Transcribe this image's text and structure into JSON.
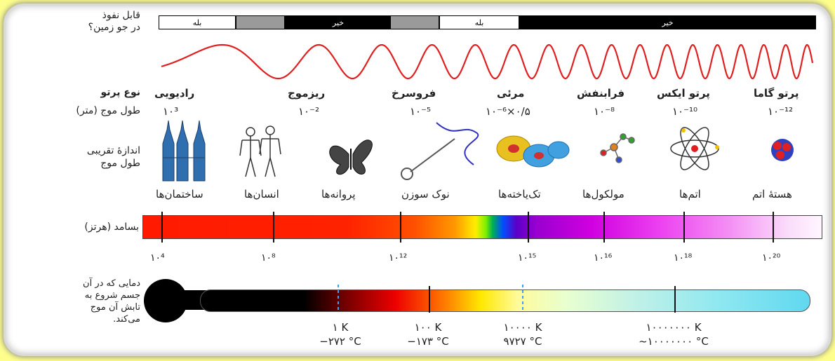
{
  "colors": {
    "background": "#fefe8c",
    "wave": "#e02020"
  },
  "penetration": {
    "label_line1": "قابل نفوذ",
    "label_line2": "در جو زمین؟",
    "segments": [
      {
        "label": "بله",
        "kind": "yes"
      },
      {
        "label": "",
        "kind": "partial"
      },
      {
        "label": "خیر",
        "kind": "no"
      },
      {
        "label": "",
        "kind": "partial"
      },
      {
        "label": "بله",
        "kind": "yes"
      },
      {
        "label": "خیر",
        "kind": "no"
      }
    ]
  },
  "radiation": {
    "label": "نوع پرتو",
    "types": [
      "رادیویی",
      "ریزموج",
      "فروسرخ",
      "مرئی",
      "فرابنفش",
      "پرتو ایکس",
      "پرتو گاما"
    ]
  },
  "wavelength": {
    "label": "طول موج (متر)",
    "values": [
      "۱۰³",
      "۱۰⁻²",
      "۱۰⁻⁵",
      "۰/۵×۱۰⁻⁶",
      "۱۰⁻⁸",
      "۱۰⁻¹⁰",
      "۱۰⁻¹²"
    ]
  },
  "scale": {
    "label_line1": "اندازهٔ تقریبی",
    "label_line2": "طول موج",
    "items": [
      "ساختمان‌ها",
      "انسان‌ها",
      "پروانه‌ها",
      "نوک سوزن",
      "تک‌یاخته‌ها",
      "مولکول‌ها",
      "اتم‌ها",
      "هستهٔ اتم"
    ]
  },
  "frequency": {
    "label": "بسامد (هرتز)",
    "powers": [
      "۱۰⁴",
      "۱۰⁸",
      "۱۰¹²",
      "۱۰¹⁵",
      "۱۰¹⁶",
      "۱۰¹⁸",
      "۱۰²⁰"
    ]
  },
  "temperature": {
    "label_lines": [
      "دمایی که در آن",
      "جسم شروع به",
      "تابش آن موج",
      "می‌کند."
    ],
    "kelvin": [
      "۱ K",
      "۱۰۰ K",
      "۱۰۰۰۰ K",
      "۱۰۰۰۰۰۰۰ K"
    ],
    "celsius": [
      "−۲۷۲ °C",
      "−۱۷۳ °C",
      "۹۷۲۷ °C",
      "~۱۰۰۰۰۰۰۰ °C"
    ]
  }
}
